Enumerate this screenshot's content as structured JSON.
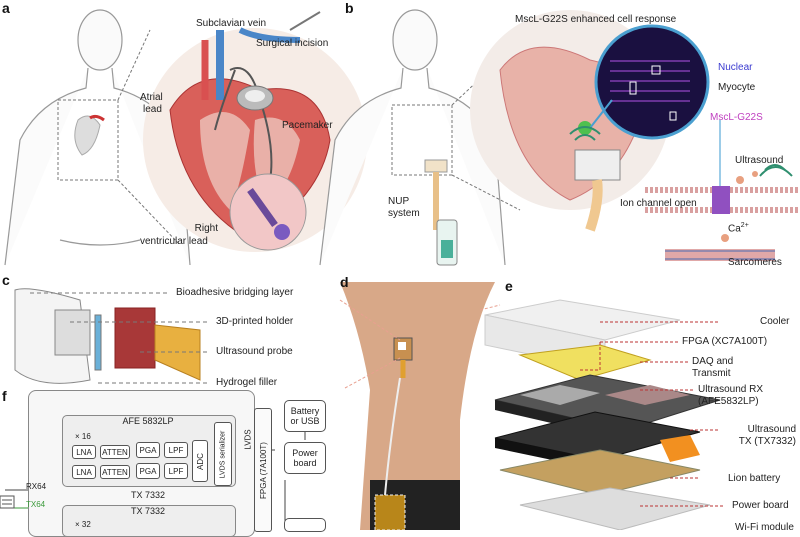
{
  "panels": {
    "a": "a",
    "b": "b",
    "c": "c",
    "d": "d",
    "e": "e",
    "f": "f"
  },
  "panel_a": {
    "subclavian": "Subclavian vein",
    "incision": "Surgical incision",
    "atrial": "Atrial",
    "lead": "lead",
    "pacemaker": "Pacemaker",
    "right": "Right",
    "ventricular": "ventricular lead"
  },
  "panel_b": {
    "title": "MscL-G22S enhanced cell response",
    "nuclear": "Nuclear",
    "myocyte": "Myocyte",
    "mscl": "MscL-G22S",
    "ultrasound": "Ultrasound",
    "ion": "Ion channel open",
    "ca": "Ca",
    "ca_sup": "2+",
    "sarcomeres": "Sarcomeres",
    "nup1": "NUP",
    "nup2": "system"
  },
  "panel_c": {
    "bio": "Bioadhesive bridging layer",
    "holder": "3D-printed holder",
    "probe": "Ultrasound probe",
    "hydrogel": "Hydrogel filler"
  },
  "panel_e": {
    "cooler": "Cooler",
    "fpga": "FPGA (XC7A100T)",
    "daq1": "DAQ and",
    "daq2": "Transmit",
    "rx1": "Ultrasound RX",
    "rx2": "(AFE5832LP)",
    "tx1": "Ultrasound",
    "tx2": "TX (TX7332)",
    "lion": "Lion battery",
    "power": "Power board",
    "wifi": "Wi-Fi module"
  },
  "panel_f": {
    "afe": "AFE 5832LP",
    "x16": "× 16",
    "x32": "× 32",
    "lna": "LNA",
    "atten": "ATTEN",
    "pga": "PGA",
    "lpf": "LPF",
    "adc": "ADC",
    "lvds_ser": "LVDS serializer",
    "lvds": "LVDS",
    "fpga": "FPGA (7A100T)",
    "tx7332a": "TX 7332",
    "tx7332b": "TX 7332",
    "rx64": "RX64",
    "tx64": "TX64",
    "battery1": "Battery",
    "battery2": "or USB",
    "power1": "Power",
    "power2": "board"
  },
  "colors": {
    "mscl": "#c040c0",
    "nuclear": "#3a3ad0",
    "red_lead": "#b33",
    "tx64": "#3a9a3a"
  }
}
